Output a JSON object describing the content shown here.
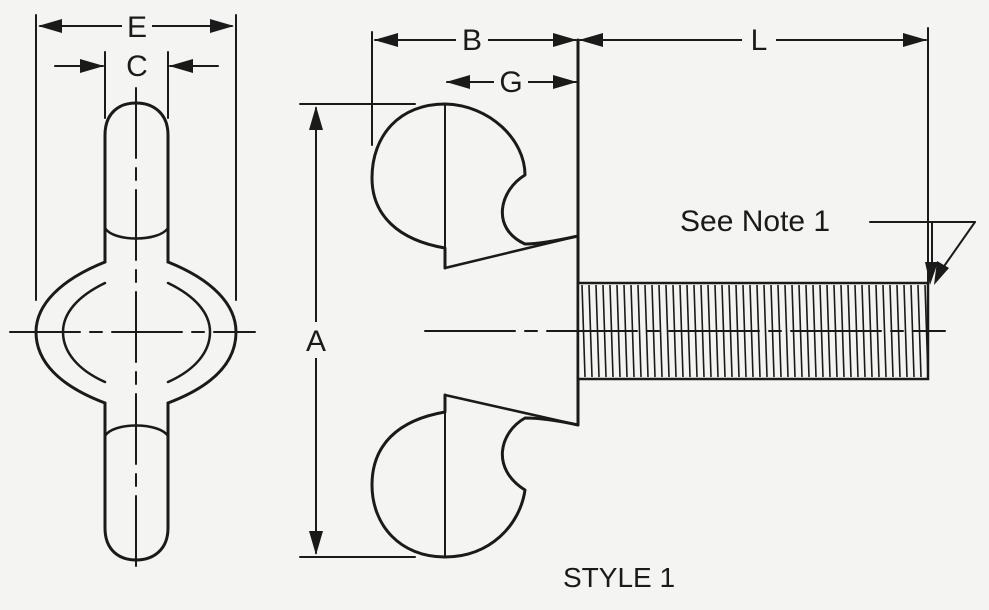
{
  "dimensions": {
    "E": "E",
    "C": "C",
    "B": "B",
    "G": "G",
    "L": "L",
    "A": "A"
  },
  "note": "See Note 1",
  "style_caption": "STYLE 1"
}
